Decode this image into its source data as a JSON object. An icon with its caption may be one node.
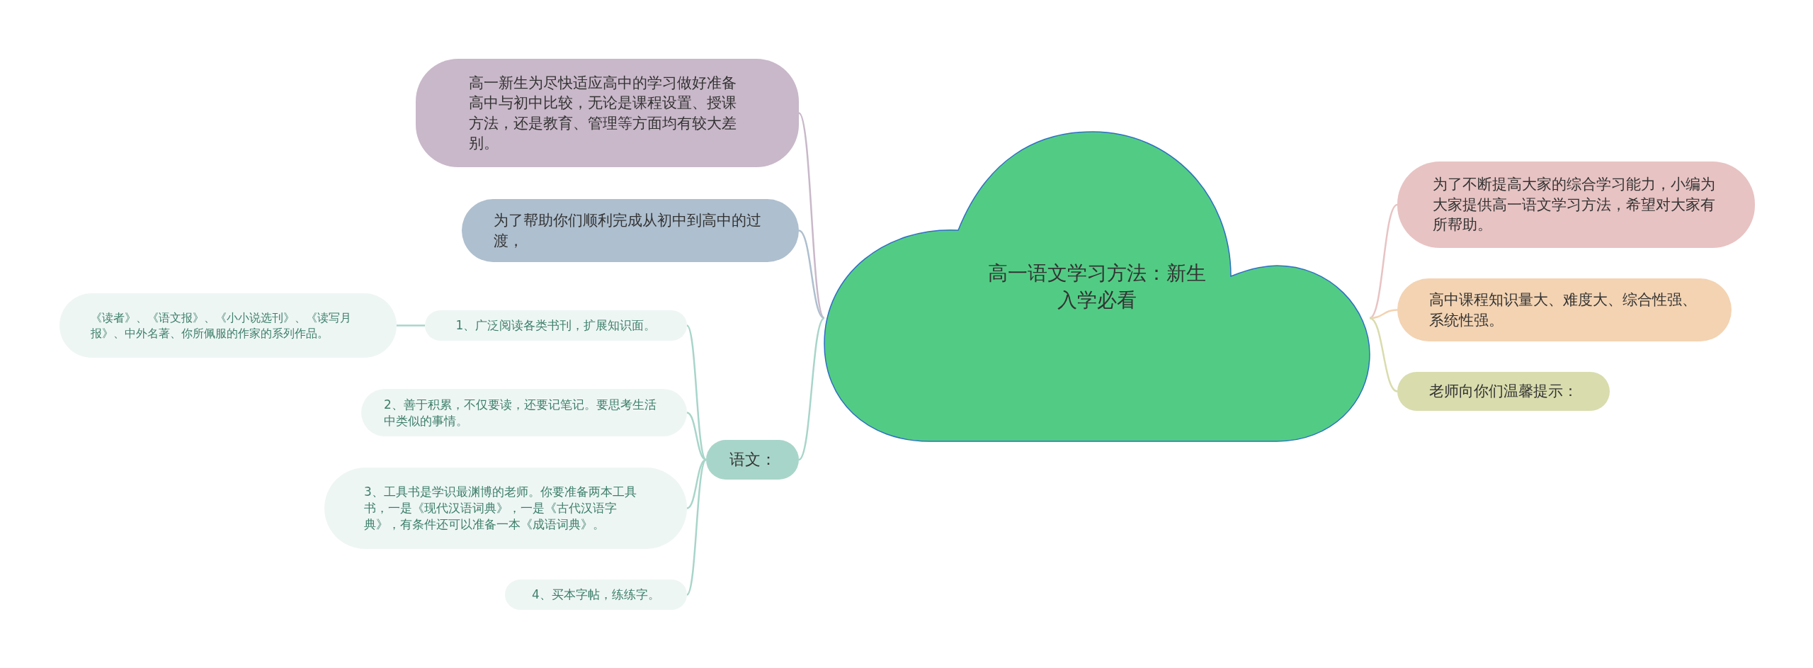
{
  "diagram": {
    "nodes": [
      {
        "text": [
          "高一语文学习方法：新生入学必看"
        ]
      },
      {
        "text": [
          "高一新生为尽快适应高中的学习做好准备高中与初中比较，无论是课程设置、授课方法，还是教育、管理等方面均有较大差别。"
        ]
      },
      {
        "text": [
          "为了帮助你们顺利完成从初中到高中的过渡，"
        ]
      },
      {
        "text": [
          "语文："
        ]
      },
      {
        "text": [
          "1、广泛阅读各类书刊，扩展知识面。"
        ]
      },
      {
        "text": [
          "《读者》、《语文报》、《小小说选刊》、《读写月报》、中外名著、你所佩服的作家的系列作品。"
        ]
      },
      {
        "text": [
          "2、善于积累，不仅要读，还要记笔记。要思考生活中类似的事情。"
        ]
      },
      {
        "text": [
          "3、工具书是学识最渊博的老师。你要准备两本工具书，一是《现代汉语词典》，一是《古代汉语字典》，有条件还可以准备一本《成语词典》。"
        ]
      },
      {
        "text": [
          "4、买本字帖，练练字。"
        ]
      },
      {
        "text": [
          "为了不断提高大家的综合学习能力，小编为大家提供高一语文学习方法，希望对大家有所帮助。"
        ]
      },
      {
        "text": [
          "高中课程知识量大、难度大、综合性强、系统性强。"
        ]
      },
      {
        "text": [
          "老师向你们温馨提示："
        ]
      }
    ],
    "edges": [
      {
        "from": 0,
        "to": 1,
        "arrow": "none",
        "color": "#c9b8c9"
      },
      {
        "from": 0,
        "to": 2,
        "arrow": "none",
        "color": "#aebfcf"
      },
      {
        "from": 0,
        "to": 3,
        "arrow": "none"
      },
      {
        "from": 3,
        "to": 4,
        "arrow": "none"
      },
      {
        "from": 4,
        "to": 5,
        "arrow": "none"
      },
      {
        "from": 3,
        "to": 6,
        "arrow": "none"
      },
      {
        "from": 3,
        "to": 7,
        "arrow": "none"
      },
      {
        "from": 3,
        "to": 8,
        "arrow": "none"
      },
      {
        "from": 0,
        "to": 9,
        "arrow": "none",
        "color": "#e8c3c3"
      },
      {
        "from": 0,
        "to": 10,
        "arrow": "none",
        "color": "#f3d3b2"
      },
      {
        "from": 0,
        "to": 11,
        "arrow": "none",
        "color": "#d9dcad"
      }
    ]
  }
}
